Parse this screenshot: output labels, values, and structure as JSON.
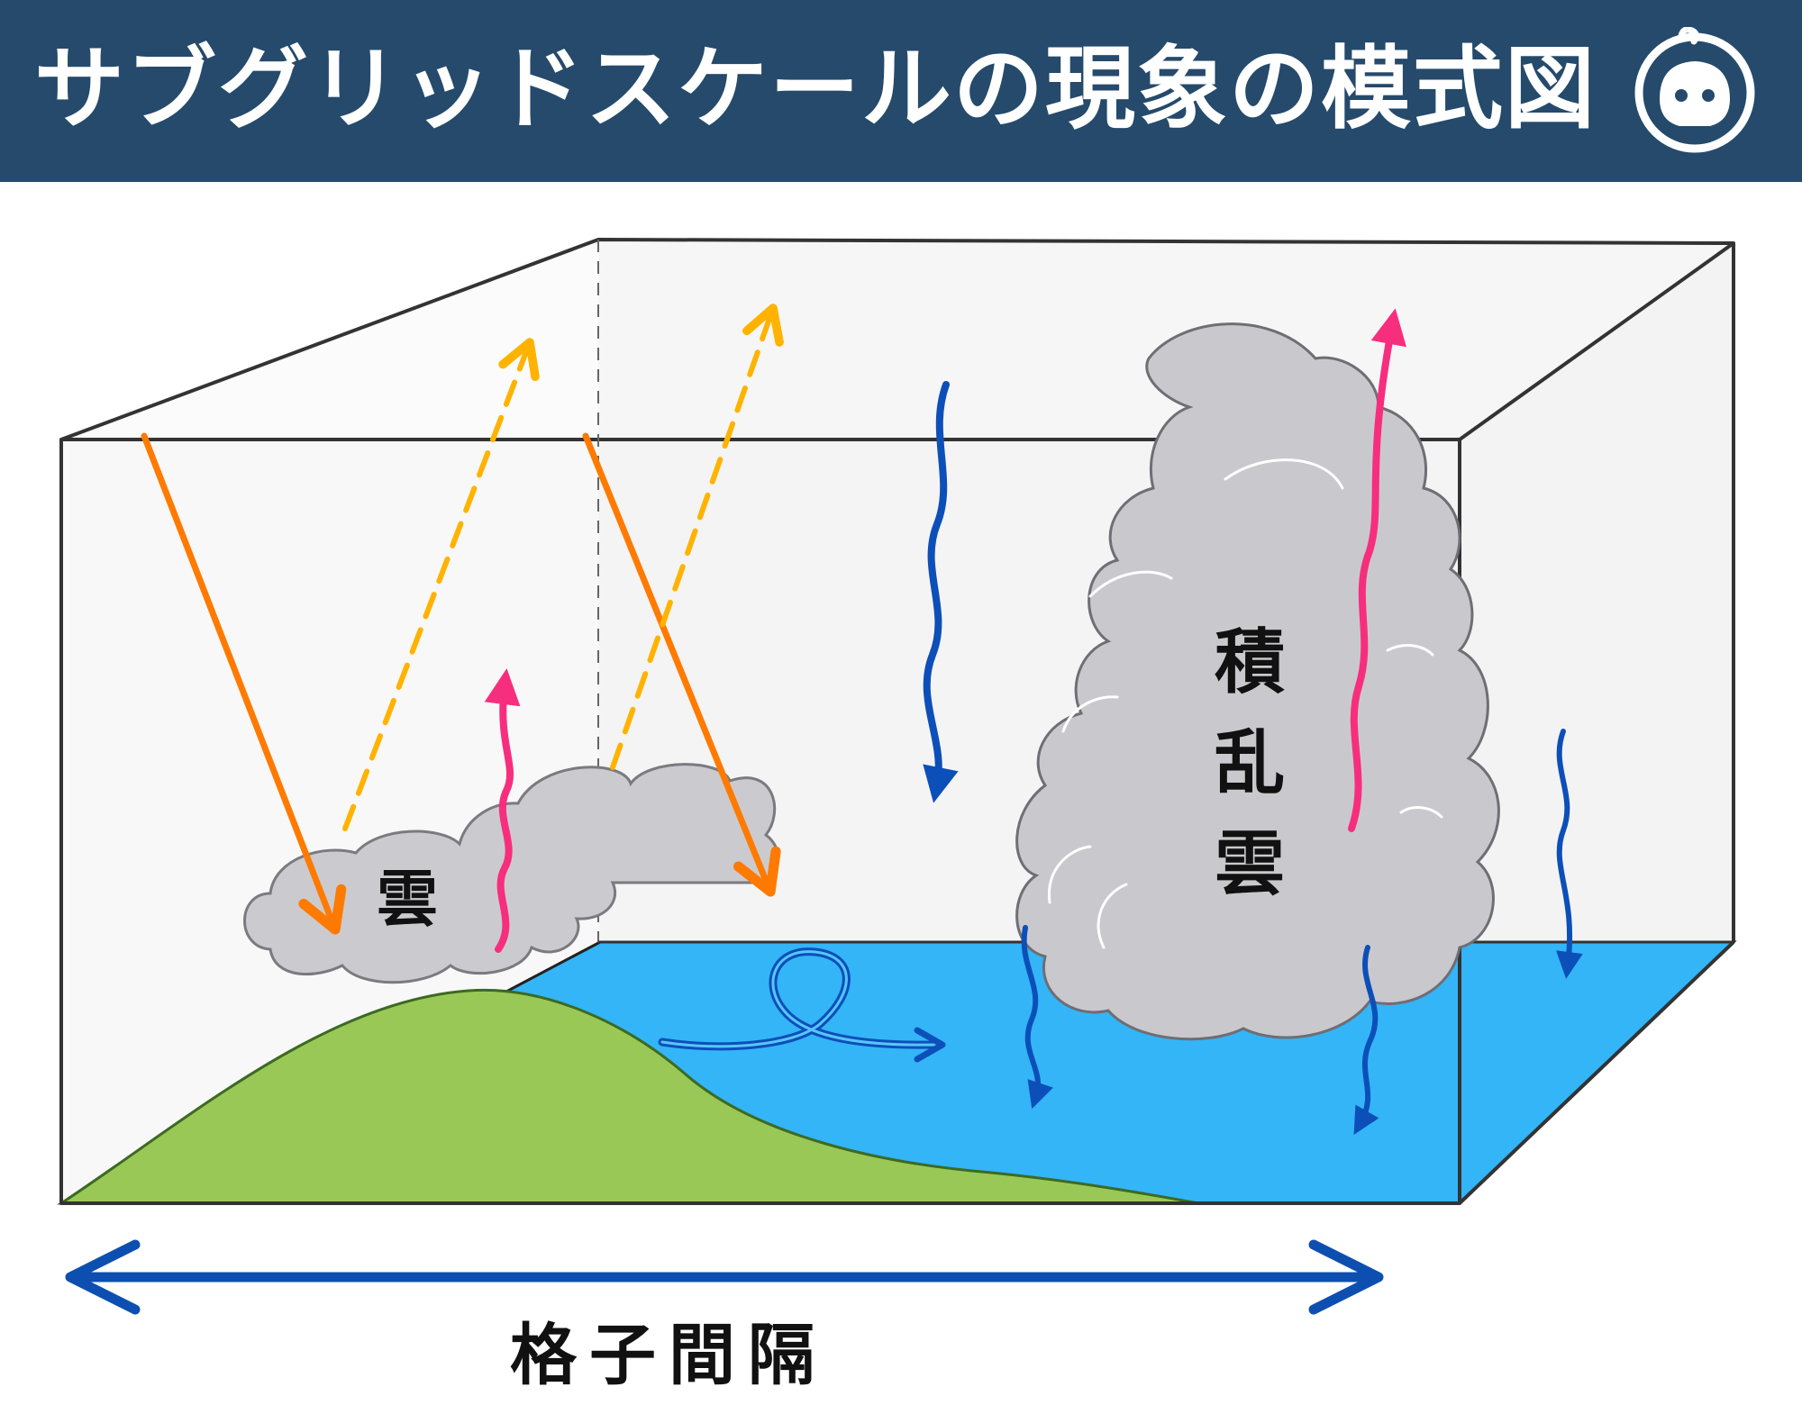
{
  "header": {
    "title": "サブグリッドスケールの現象の模式図",
    "logo_icon": "character-logo-icon"
  },
  "labels": {
    "cloud": "雲",
    "cumulonimbus": [
      "積",
      "乱",
      "雲"
    ],
    "grid_spacing": "格子間隔"
  },
  "colors": {
    "header_bg": "#254a6b",
    "box_face": "#f4f4f4",
    "box_edge": "#333333",
    "sea": "#33b5f7",
    "land": "#9ac856",
    "cloud": "#cbcbcf",
    "solar_arrow": "#ff7a00",
    "reflected_arrow": "#ffb300",
    "updraft_arrow": "#f72e7d",
    "downdraft_arrow": "#0d4fb8",
    "dimension_arrow": "#0d4fb0"
  }
}
